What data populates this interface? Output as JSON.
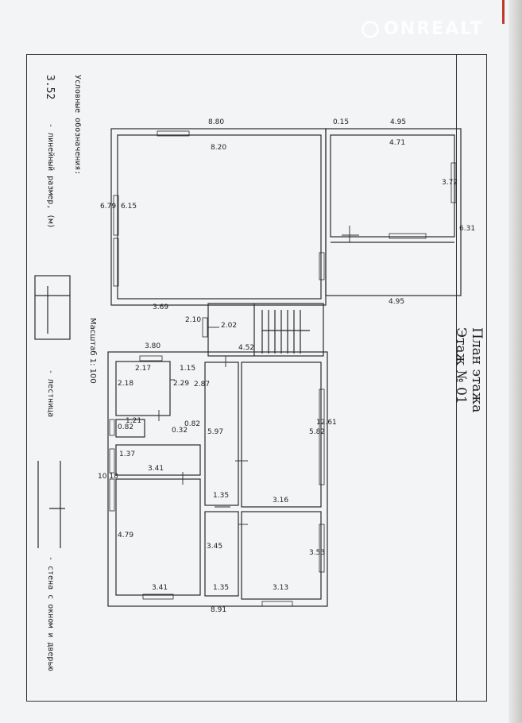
{
  "title": {
    "line1": "План этажа",
    "line2": "Этаж № 01"
  },
  "scale": "Масштаб 1: 100",
  "watermark": "ONREALT",
  "legend": {
    "heading": "Условные обозначения:",
    "sample_value": "3.52",
    "item1": "- линейный размер, (м)",
    "item2": "- лестница",
    "item3": "- стена с окном и дверью"
  },
  "dimensions": {
    "d8_80": "8.80",
    "d8_20": "8.20",
    "d0_15": "0.15",
    "d4_95_top": "4.95",
    "d4_71": "4.71",
    "d3_72": "3.72",
    "d6_31": "6.31",
    "d4_95_bot": "4.95",
    "d6_79": "6.79",
    "d6_15": "6.15",
    "d3_69": "3.69",
    "d2_10": "2.10",
    "d2_02": "2.02",
    "d4_52": "4.52",
    "d3_80": "3.80",
    "d2_17": "2.17",
    "d1_15": "1.15",
    "d2_18": "2.18",
    "d2_29": "2.29",
    "d2_87": "2.87",
    "d12_61": "12.61",
    "d5_82": "5.82",
    "d5_97": "5.97",
    "d1_21": "1.21",
    "d0_82a": "0.82",
    "d0_82b": "0.82",
    "d0_32": "0.32",
    "d1_37": "1.37",
    "d3_41a": "3.41",
    "d10_18": "10.18",
    "d1_35a": "1.35",
    "d3_16": "3.16",
    "d4_79": "4.79",
    "d3_45": "3.45",
    "d3_53": "3.53",
    "d3_41b": "3.41",
    "d1_35b": "1.35",
    "d3_13": "3.13",
    "d8_91": "8.91"
  },
  "colors": {
    "line": "#2a2a2a",
    "paper": "#f3f4f6"
  }
}
